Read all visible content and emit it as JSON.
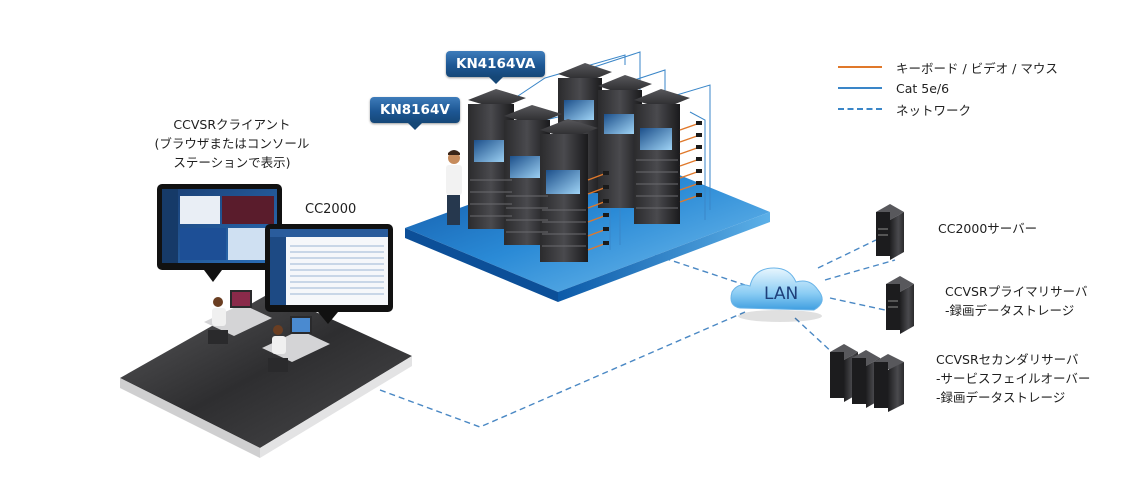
{
  "legend": {
    "items": [
      {
        "label": "キーボード / ビデオ / マウス",
        "color": "#e0782a",
        "style": "solid"
      },
      {
        "label": "Cat 5e/6",
        "color": "#3a86c8",
        "style": "solid"
      },
      {
        "label": "ネットワーク",
        "color": "#3a86c8",
        "style": "dashed"
      }
    ]
  },
  "callouts": {
    "kn4164va": "KN4164VA",
    "kn8164v": "KN8164V"
  },
  "client": {
    "title_lines": [
      "CCVSRクライアント",
      "(ブラウザまたはコンソール",
      "ステーションで表示)"
    ],
    "cc2000_label": "CC2000"
  },
  "network": {
    "cloud_label": "LAN"
  },
  "servers": [
    {
      "name": "cc2000-server",
      "lines": [
        "CC2000サーバー"
      ]
    },
    {
      "name": "ccvsr-primary-server",
      "lines": [
        "CCVSRプライマリサーバ",
        "-録画データストレージ"
      ]
    },
    {
      "name": "ccvsr-secondary-server",
      "lines": [
        "CCVSRセカンダリサーバ",
        "-サービスフェイルオーバー",
        "-録画データストレージ"
      ]
    }
  ],
  "colors": {
    "network_line": "#4a88c4",
    "kvm_cable": "#e0782a",
    "cat_cable": "#3a86c8",
    "platform_blue": "#1e7cc8",
    "platform_dark": "#3a3a3c",
    "callout_blue": "#1d5794"
  }
}
